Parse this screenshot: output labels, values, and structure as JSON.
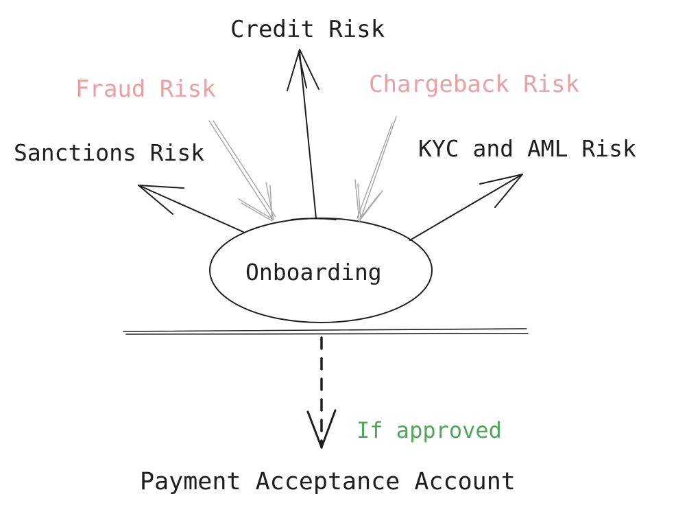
{
  "nodes": {
    "credit_risk": {
      "label": "Credit Risk"
    },
    "fraud_risk": {
      "label": "Fraud Risk"
    },
    "chargeback_risk": {
      "label": "Chargeback Risk"
    },
    "sanctions_risk": {
      "label": "Sanctions Risk"
    },
    "kyc_aml_risk": {
      "label": "KYC and AML Risk"
    },
    "onboarding": {
      "label": "Onboarding"
    },
    "payment_account": {
      "label": "Payment Acceptance Account"
    }
  },
  "edges": {
    "approval": {
      "label": "If approved"
    }
  },
  "colors": {
    "ink": "#1e1e1e",
    "incoming_risk_text": "#e8a0a0",
    "incoming_arrow": "#a8a8a8",
    "approved_text": "#4ea65a"
  }
}
